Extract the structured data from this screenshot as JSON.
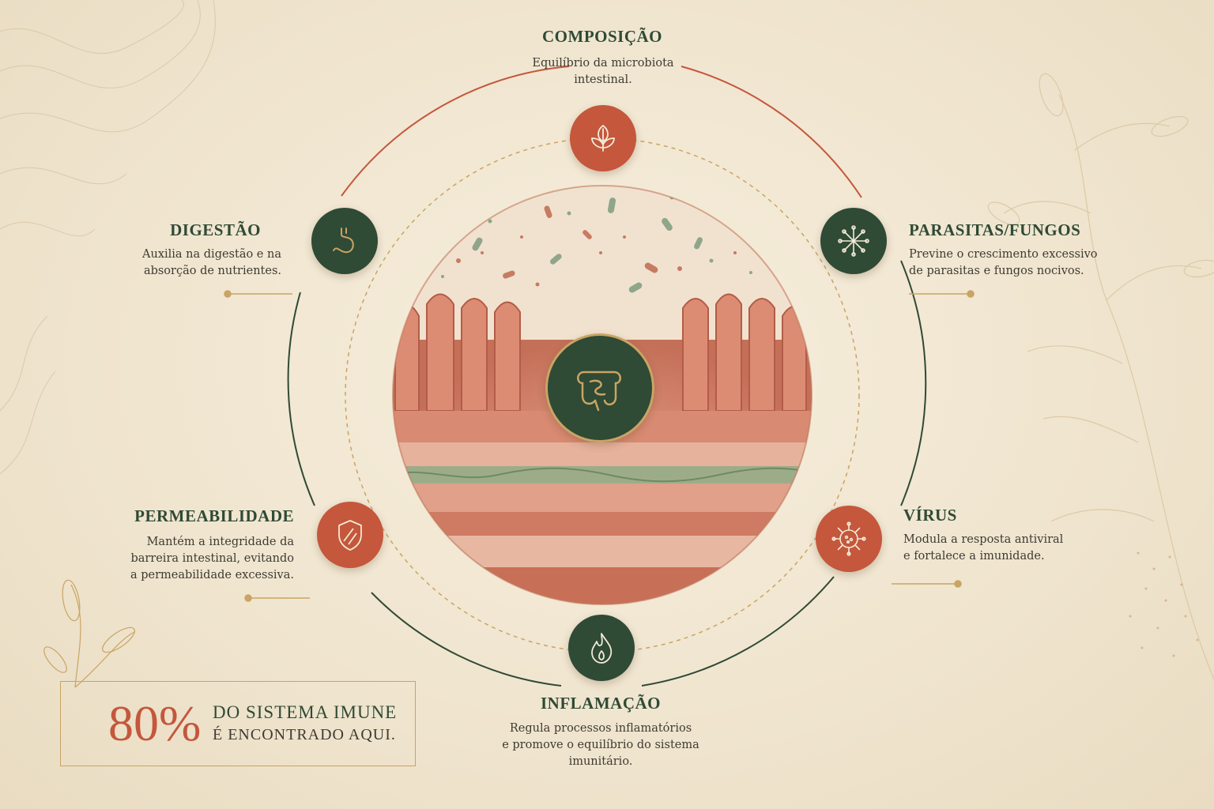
{
  "nodes": {
    "composicao": {
      "title": "COMPOSIÇÃO",
      "desc": "Equilíbrio da microbiota intestinal.",
      "icon": "leaf-icon",
      "color": "#c4573c"
    },
    "parasitas": {
      "title": "PARASITAS/FUNGOS",
      "desc_1": "Previne o crescimento excessivo",
      "desc_2": "de parasitas e fungos nocivos.",
      "icon": "spore-icon",
      "color": "#2f4a35"
    },
    "virus": {
      "title": "VÍRUS",
      "desc_1": "Modula a resposta antiviral",
      "desc_2": "e fortalece a imunidade.",
      "icon": "virus-icon",
      "color": "#c4573c"
    },
    "inflamacao": {
      "title": "INFLAMAÇÃO",
      "desc_1": "Regula processos inflamatórios",
      "desc_2": "e promove o equilíbrio do sistema",
      "desc_3": "imunitário.",
      "icon": "flame-icon",
      "color": "#2f4a35"
    },
    "permeabilidade": {
      "title": "PERMEABILIDADE",
      "desc_1": "Mantém a integridade da",
      "desc_2": "barreira intestinal, evitando",
      "desc_3": "a permeabilidade excessiva.",
      "icon": "shield-icon",
      "color": "#c4573c"
    },
    "digestao": {
      "title": "DIGESTÃO",
      "desc_1": "Auxilia na digestão e na",
      "desc_2": "absorção de nutrientes.",
      "icon": "stomach-icon",
      "color": "#2f4a35"
    }
  },
  "center": {
    "icon": "intestine-icon"
  },
  "stat": {
    "value": "80%",
    "line1": "DO SISTEMA IMUNE",
    "line2": "É ENCONTRADO AQUI."
  },
  "colors": {
    "rust": "#c4573c",
    "forest": "#2f4a35",
    "gold": "#c9a464",
    "cream": "#f3ead7"
  }
}
